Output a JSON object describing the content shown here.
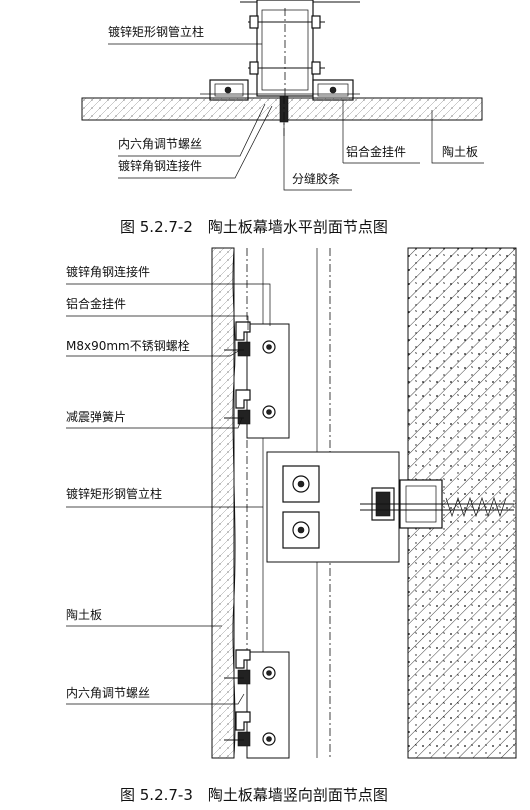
{
  "figure1": {
    "caption": "图 5.2.7-2　陶土板幕墙水平剖面节点图",
    "labels": {
      "steel_column": "镀锌矩形钢管立柱",
      "hex_screw": "内六角调节螺丝",
      "angle_connector": "镀锌角钢连接件",
      "joint_sealant": "分缝胶条",
      "aluminum_hanger": "铝合金挂件",
      "terracotta_panel": "陶土板"
    }
  },
  "figure2": {
    "caption": "图 5.2.7-3　陶土板幕墙竖向剖面节点图",
    "labels": {
      "angle_connector": "镀锌角钢连接件",
      "aluminum_hanger": "铝合金挂件",
      "stainless_bolt": "M8x90mm不锈钢螺栓",
      "damping_spring": "减震弹簧片",
      "steel_column": "镀锌矩形钢管立柱",
      "terracotta_panel": "陶土板",
      "hex_screw": "内六角调节螺丝"
    }
  }
}
